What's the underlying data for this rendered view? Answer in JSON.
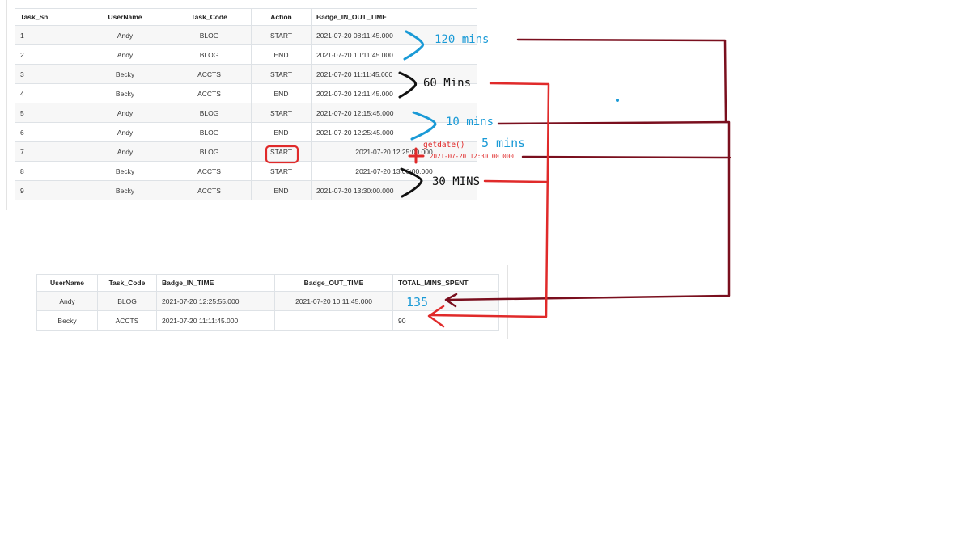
{
  "task_table": {
    "headers": [
      "Task_Sn",
      "UserName",
      "Task_Code",
      "Action",
      "Badge_IN_OUT_TIME"
    ],
    "rows": [
      [
        "1",
        "Andy",
        "BLOG",
        "START",
        "2021-07-20 08:11:45.000"
      ],
      [
        "2",
        "Andy",
        "BLOG",
        "END",
        "2021-07-20 10:11:45.000"
      ],
      [
        "3",
        "Becky",
        "ACCTS",
        "START",
        "2021-07-20 11:11:45.000"
      ],
      [
        "4",
        "Becky",
        "ACCTS",
        "END",
        "2021-07-20 12:11:45.000"
      ],
      [
        "5",
        "Andy",
        "BLOG",
        "START",
        "2021-07-20 12:15:45.000"
      ],
      [
        "6",
        "Andy",
        "BLOG",
        "END",
        "2021-07-20 12:25:45.000"
      ],
      [
        "7",
        "Andy",
        "BLOG",
        "START",
        "2021-07-20 12:25:00.000"
      ],
      [
        "8",
        "Becky",
        "ACCTS",
        "START",
        "2021-07-20 13:00:00.000"
      ],
      [
        "9",
        "Becky",
        "ACCTS",
        "END",
        "2021-07-20 13:30:00.000"
      ]
    ]
  },
  "result_table": {
    "headers": [
      "UserName",
      "Task_Code",
      "Badge_IN_TIME",
      "Badge_OUT_TIME",
      "TOTAL_MINS_SPENT"
    ],
    "rows": [
      [
        "Andy",
        "BLOG",
        "2021-07-20 12:25:55.000",
        "2021-07-20 10:11:45.000",
        ""
      ],
      [
        "Becky",
        "ACCTS",
        "2021-07-20 11:11:45.000",
        "",
        "90"
      ]
    ]
  },
  "annotations": {
    "mins_120": "120 mins",
    "mins_60": "60 Mins",
    "mins_10": "10 mins",
    "getdate": "getdate()",
    "mins_5": "5 mins",
    "getdate_value": "2021-07-20 12:30:00 000",
    "mins_30": "30 MINS",
    "total_135": "135"
  },
  "colors": {
    "blue": "#1a9ad6",
    "black": "#111111",
    "red": "#e02a2a",
    "dark_red": "#7a0f1e",
    "grid": "#dee2e6"
  }
}
